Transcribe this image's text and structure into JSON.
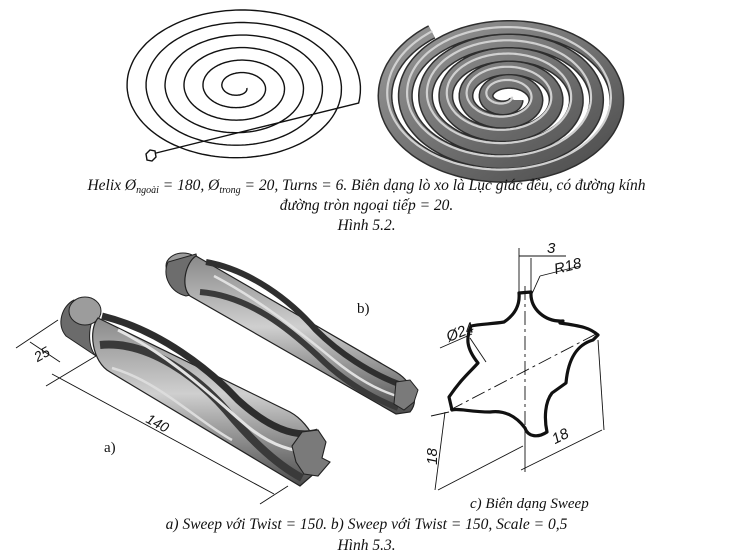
{
  "fig52": {
    "caption": {
      "helix_prefix": "Helix Ø",
      "outer_sub": "ngoài",
      "mid1": " = 180, Ø",
      "inner_sub": "trong",
      "mid2": " = 20, Turns = 6. Biên dạng lò xo là Lục giác đều, có đường kính",
      "line2": "đường tròn ngoại tiếp = 20.",
      "title": "Hình 5.2."
    }
  },
  "fig53": {
    "label_a": "a)",
    "label_b": "b)",
    "dims": {
      "d3": "3",
      "r18": "R18",
      "d24": "Ø24",
      "h18": "18",
      "w18": "18",
      "d25": "25",
      "d140": "140"
    },
    "sweep_caption": "c) Biên dạng Sweep",
    "caption": "a) Sweep với Twist = 150. b) Sweep với Twist = 150, Scale = 0,5",
    "title": "Hình 5.3."
  },
  "colors": {
    "ink": "#111111",
    "solid": "#6f6f6f",
    "solid_light": "#a9a9a9",
    "solid_dark": "#3c3c3c"
  }
}
